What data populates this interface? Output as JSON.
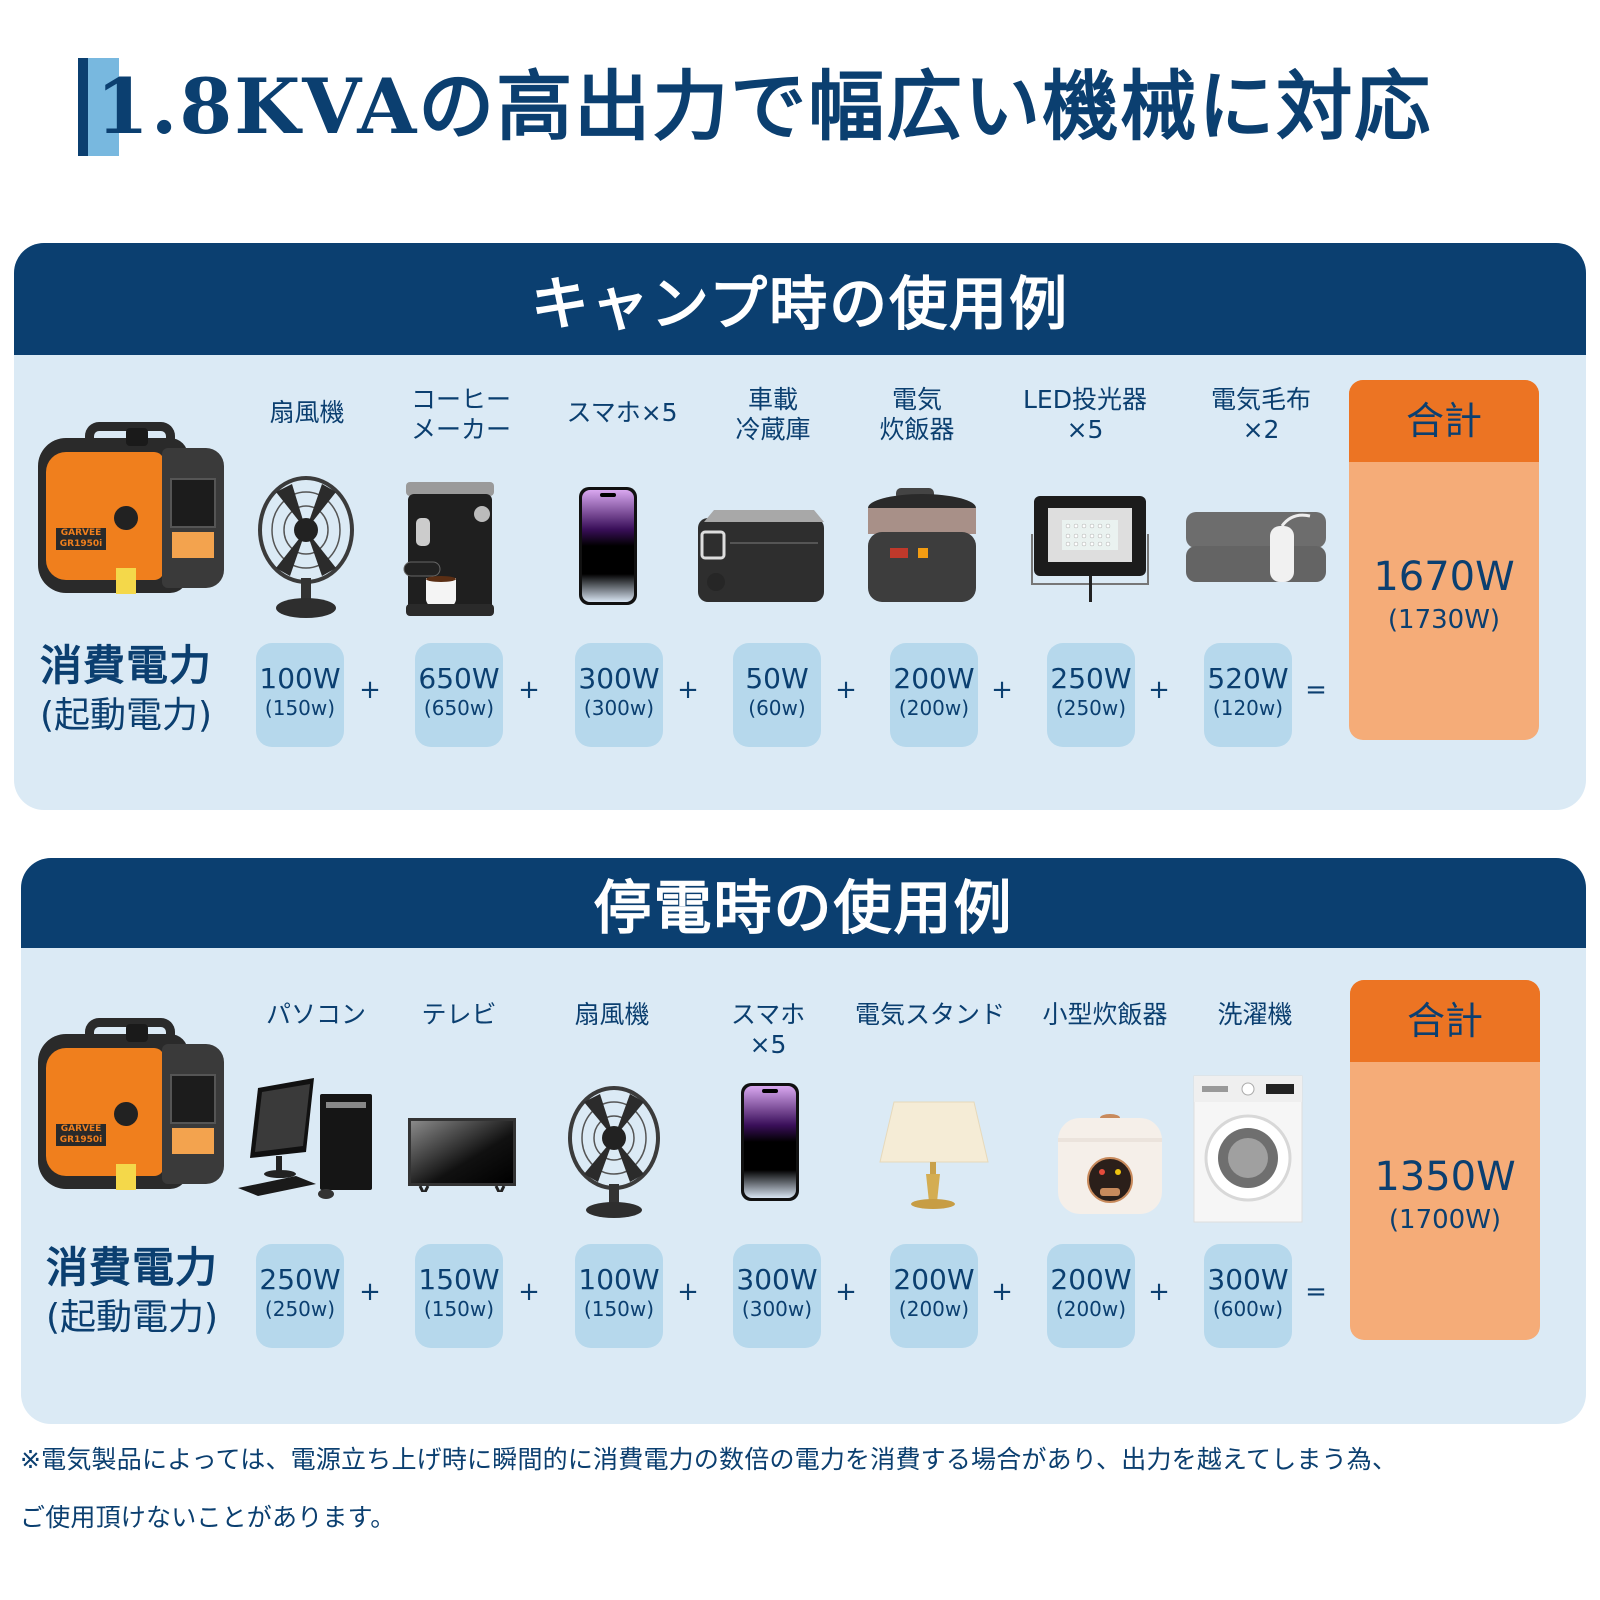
{
  "title": {
    "text": "1.8KVAの高出力で幅広い機械に対応",
    "accent_dark": "#0b3f70",
    "accent_light": "#78b8df"
  },
  "colors": {
    "navy": "#0b3f70",
    "panel_bg": "#dbeaf5",
    "pill_bg": "#b6d8ec",
    "total_head": "#ec7423",
    "total_body": "#f5ac78"
  },
  "camp": {
    "header": "キャンプ時の使用例",
    "generator": {
      "brand": "GARVEE",
      "model": "GR1950i"
    },
    "consume_label": "消費電力",
    "start_label": "(起動電力)",
    "items": [
      {
        "label": "扇風機",
        "icon": "desk-fan",
        "watt": "100W",
        "start": "(150w)"
      },
      {
        "label": "コーヒー\nメーカー",
        "icon": "coffee-maker",
        "watt": "650W",
        "start": "(650w)"
      },
      {
        "label": "スマホ×5",
        "icon": "smartphone",
        "watt": "300W",
        "start": "(300w)"
      },
      {
        "label": "車載\n冷蔵庫",
        "icon": "car-fridge",
        "watt": "50W",
        "start": "(60w)"
      },
      {
        "label": "電気\n炊飯器",
        "icon": "rice-cooker",
        "watt": "200W",
        "start": "(200w)"
      },
      {
        "label": "LED投光器\n×5",
        "icon": "led-floodlight",
        "watt": "250W",
        "start": "(250w)"
      },
      {
        "label": "電気毛布\n×2",
        "icon": "electric-blanket",
        "watt": "520W",
        "start": "(120w)"
      }
    ],
    "plus": "+",
    "equals": "=",
    "total": {
      "label": "合計",
      "watt": "1670W",
      "start": "(1730W)"
    }
  },
  "outage": {
    "header": "停電時の使用例",
    "generator": {
      "brand": "GARVEE",
      "model": "GR1950i"
    },
    "consume_label": "消費電力",
    "start_label": "(起動電力)",
    "items": [
      {
        "label": "パソコン",
        "icon": "desktop-pc",
        "watt": "250W",
        "start": "(250w)"
      },
      {
        "label": "テレビ",
        "icon": "television",
        "watt": "150W",
        "start": "(150w)"
      },
      {
        "label": "扇風機",
        "icon": "desk-fan",
        "watt": "100W",
        "start": "(150w)"
      },
      {
        "label": "スマホ\n×5",
        "icon": "smartphone",
        "watt": "300W",
        "start": "(300w)"
      },
      {
        "label": "電気スタンド",
        "icon": "table-lamp",
        "watt": "200W",
        "start": "(200w)"
      },
      {
        "label": "小型炊飯器",
        "icon": "small-rice-cooker",
        "watt": "200W",
        "start": "(200w)"
      },
      {
        "label": "洗濯機",
        "icon": "washing-machine",
        "watt": "300W",
        "start": "(600w)"
      }
    ],
    "plus": "+",
    "equals": "=",
    "total": {
      "label": "合計",
      "watt": "1350W",
      "start": "(1700W)"
    }
  },
  "footnote": {
    "line1": "※電気製品によっては、電源立ち上げ時に瞬間的に消費電力の数倍の電力を消費する場合があり、出力を越えてしまう為、",
    "line2": "ご使用頂けないことがあります。"
  }
}
